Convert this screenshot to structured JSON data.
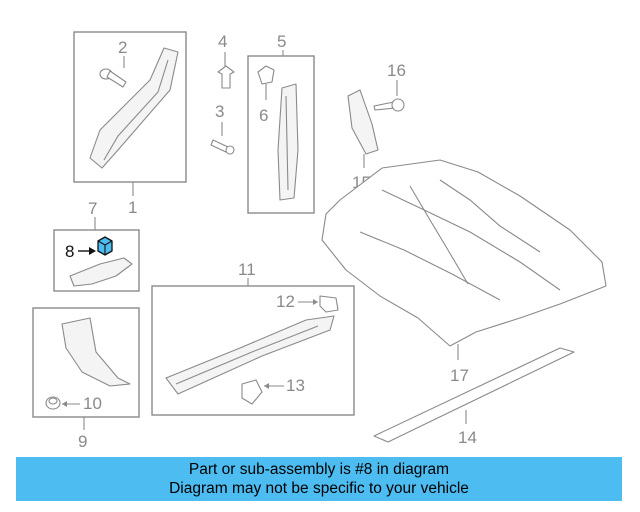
{
  "callouts": {
    "n1": "1",
    "n2": "2",
    "n3": "3",
    "n4": "4",
    "n5": "5",
    "n6": "6",
    "n7": "7",
    "n8": "8",
    "n9": "9",
    "n10": "10",
    "n11": "11",
    "n12": "12",
    "n13": "13",
    "n14": "14",
    "n15": "15",
    "n16": "16",
    "n17": "17"
  },
  "highlighted_part": "8",
  "colors": {
    "banner": "#4dbcf1",
    "highlight": "#4dbcf1",
    "line_art": "#8a8a8a"
  },
  "banner": {
    "line1": "Part or sub-assembly is #8 in diagram",
    "line2": "Diagram may not be specific to your vehicle"
  }
}
